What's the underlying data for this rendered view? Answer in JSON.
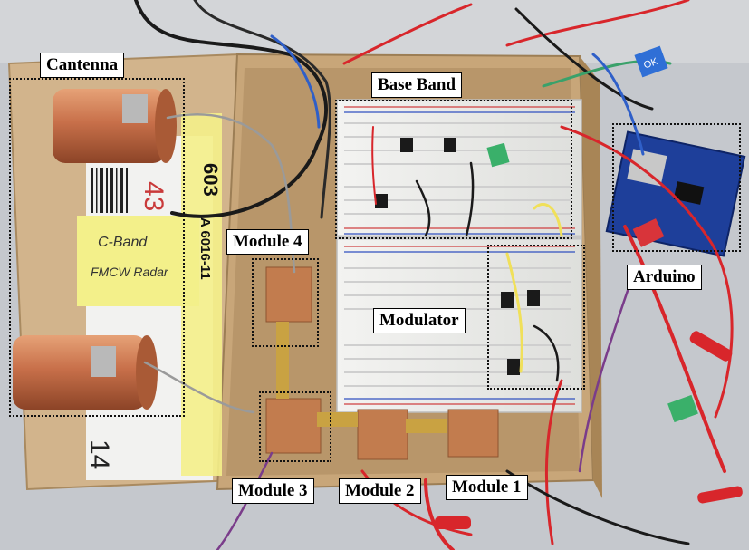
{
  "labels": {
    "cantenna": "Cantenna",
    "base_band": "Base Band",
    "module_4": "Module 4",
    "modulator": "Modulator",
    "arduino": "Arduino",
    "module_3": "Module 3",
    "module_2": "Module 2",
    "module_1": "Module 1"
  },
  "sticky_note": {
    "line1": "C-Band",
    "line2": "FMCW Radar"
  },
  "box_text": {
    "number": "603",
    "code": "A 6016-11",
    "scribble": "43",
    "marker": "14"
  },
  "tags": {
    "blue": "OK",
    "red": "",
    "green": "",
    "green2": ""
  }
}
